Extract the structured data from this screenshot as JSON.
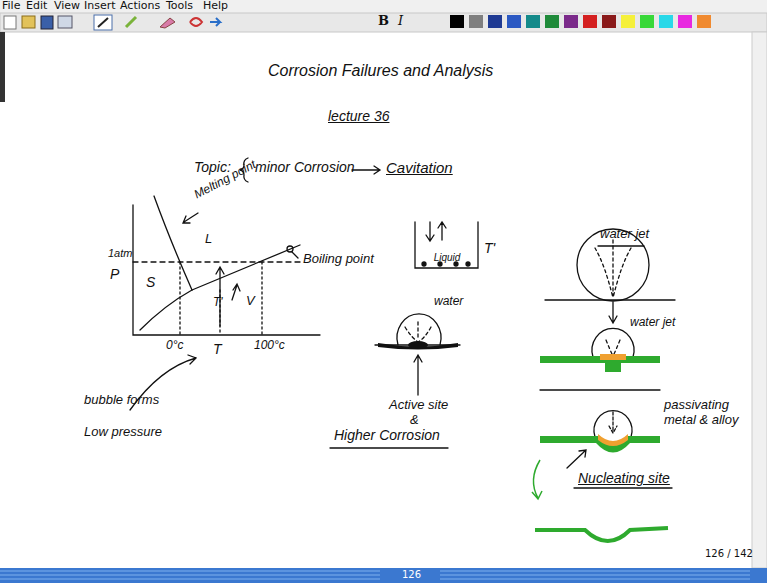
{
  "diagram": {
    "title": "Corrosion Failures and Analysis",
    "nodes": [
      {
        "text": [
          "Liquid"
        ]
      }
    ],
    "labels": [
      "File",
      "Edit",
      "View",
      "Insert",
      "Actions",
      "Tools",
      "Help",
      "B",
      "I",
      "lecture 36",
      "Topic:",
      "minor Corrosion",
      "Cavitation",
      "Melting point",
      "L",
      "1atm",
      "P",
      "S",
      "Boiling point",
      "T'",
      "V",
      "0°c",
      "T",
      "100°c",
      "bubble forms",
      "Low pressure",
      "water",
      "Active site",
      "&",
      "Higher Corrosion",
      "T'",
      "water jet",
      "water jet",
      "passivating metal & alloy",
      "Nucleating site",
      "126 / 142",
      "126"
    ]
  }
}
